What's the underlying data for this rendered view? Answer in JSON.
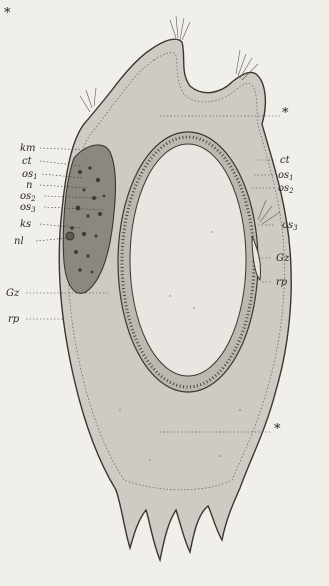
{
  "figure": {
    "labels_left": {
      "km": "km",
      "ct": "ct",
      "os1_base": "os",
      "os1_sub": "1",
      "n": "n",
      "os2_base": "os",
      "os2_sub": "2",
      "os3_base": "os",
      "os3_sub": "3",
      "ks": "ks",
      "nl": "nl",
      "gz": "Gz",
      "rp": "rp"
    },
    "labels_right": {
      "ct": "ct",
      "os1_base": "os",
      "os1_sub": "1",
      "os2_base": "os",
      "os2_sub": "2",
      "os3_base": "os",
      "os3_sub": "3",
      "gz": "Gz",
      "rp": "rp"
    },
    "markers": {
      "star": "*"
    },
    "colors": {
      "paper": "#f1efea",
      "cell_fill": "#cfcbc4",
      "outline": "#3b3631",
      "macronucleus": "#8c8780",
      "vesicle": "#e9e6e1"
    }
  }
}
